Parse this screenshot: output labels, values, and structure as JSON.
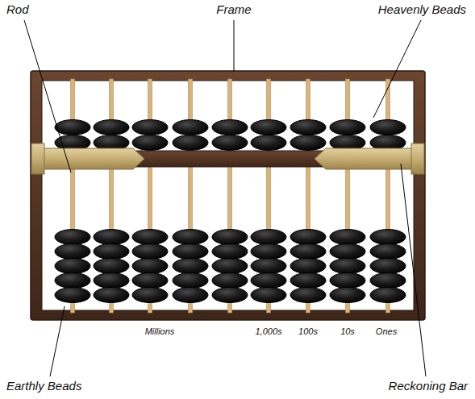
{
  "diagram": {
    "labels": [
      "Rod",
      "Frame",
      "Heavenly Beads",
      "Millions",
      "1,000s",
      "100s",
      "10s",
      "Ones",
      "Earthly Beads",
      "Reckoning Bar"
    ]
  }
}
